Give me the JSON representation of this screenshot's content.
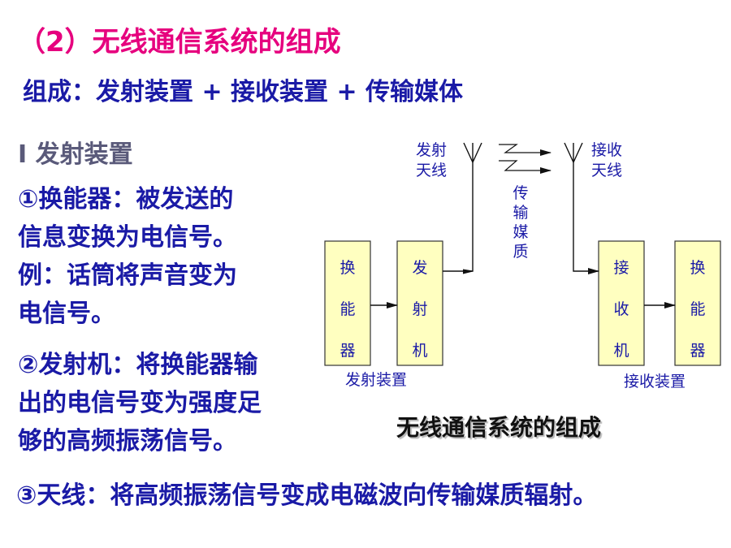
{
  "title": "（2）无线通信系统的组成",
  "composition": "组成：发射装置 + 接收装置 + 传输媒体",
  "section_head": "I 发射装置",
  "items": {
    "item1_lines": [
      "①换能器：被发送的",
      "信息变换为电信号。",
      "例：话筒将声音变为",
      "电信号。"
    ],
    "item2_lines": [
      "②发射机：将换能器输",
      "出的电信号变为强度足",
      "够的高频振荡信号。"
    ],
    "item3": "③天线：将高频振荡信号变成电磁波向传输媒质辐射。"
  },
  "diagram": {
    "caption": "无线通信系统的组成",
    "tx_antenna": [
      "发射",
      "天线"
    ],
    "rx_antenna": [
      "接收",
      "天线"
    ],
    "medium": [
      "传",
      "输",
      "媒",
      "质"
    ],
    "tx_transducer": [
      "换",
      "能",
      "器"
    ],
    "transmitter": [
      "发",
      "射",
      "机"
    ],
    "receiver": [
      "接",
      "收",
      "机"
    ],
    "rx_transducer": [
      "换",
      "能",
      "器"
    ],
    "tx_group": "发射装置",
    "rx_group": "接收装置",
    "box_fill": "#ffffc0"
  }
}
